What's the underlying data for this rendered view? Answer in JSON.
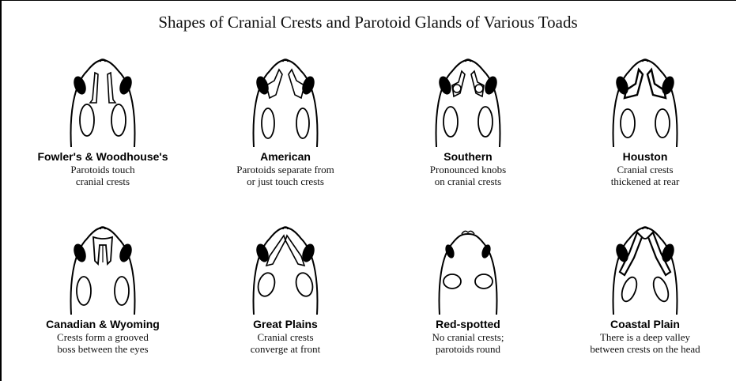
{
  "title": "Shapes of Cranial Crests and Parotoid Glands of Various Toads",
  "toads": [
    {
      "name": "Fowler's & Woodhouse's",
      "description": "Parotoids touch\ncranial crests",
      "icon": "fowlers-woodhouses-toad-head-icon"
    },
    {
      "name": "American",
      "description": "Parotoids separate from\nor just touch crests",
      "icon": "american-toad-head-icon"
    },
    {
      "name": "Southern",
      "description": "Pronounced knobs\non cranial crests",
      "icon": "southern-toad-head-icon"
    },
    {
      "name": "Houston",
      "description": "Cranial crests\nthickened at rear",
      "icon": "houston-toad-head-icon"
    },
    {
      "name": "Canadian & Wyoming",
      "description": "Crests form a grooved\nboss between the eyes",
      "icon": "canadian-wyoming-toad-head-icon"
    },
    {
      "name": "Great Plains",
      "description": "Cranial crests\nconverge at front",
      "icon": "great-plains-toad-head-icon"
    },
    {
      "name": "Red-spotted",
      "description": "No cranial crests;\nparotoids round",
      "icon": "red-spotted-toad-head-icon"
    },
    {
      "name": "Coastal Plain",
      "description": "There is a deep valley\nbetween crests on the head",
      "icon": "coastal-plain-toad-head-icon"
    }
  ]
}
